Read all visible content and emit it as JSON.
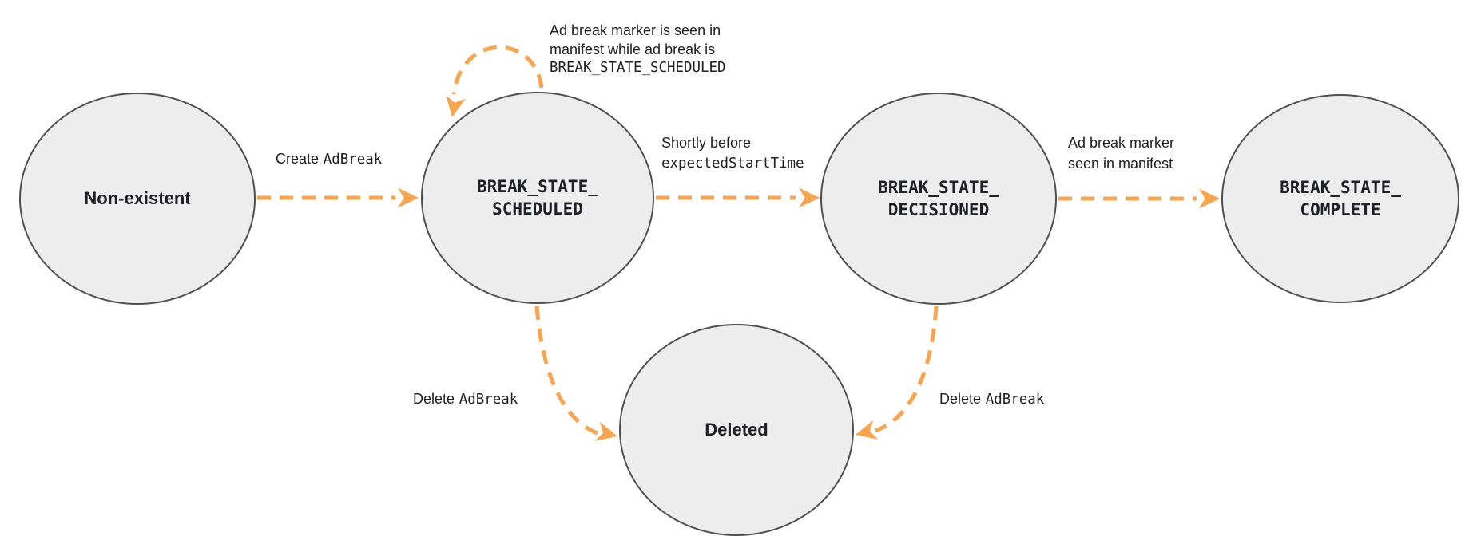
{
  "colors": {
    "arrow": "#F9A44E",
    "state_fill": "#EDEDED",
    "state_border": "#505050",
    "text": "#202124"
  },
  "states": {
    "non_existent": {
      "label": "Non-existent"
    },
    "scheduled": {
      "line1": "BREAK_STATE_",
      "line2": "SCHEDULED"
    },
    "decisioned": {
      "line1": "BREAK_STATE_",
      "line2": "DECISIONED"
    },
    "complete": {
      "line1": "BREAK_STATE_",
      "line2": "COMPLETE"
    },
    "deleted": {
      "label": "Deleted"
    }
  },
  "transitions": {
    "create": {
      "text": "Create",
      "code": "AdBreak"
    },
    "self_loop": {
      "line1": "Ad break marker is seen in",
      "line2": "manifest while ad break is",
      "code": "BREAK_STATE_SCHEDULED"
    },
    "shortly": {
      "text": "Shortly before",
      "code": "expectedStartTime"
    },
    "marker_seen": {
      "line1": "Ad break marker",
      "line2": "seen in manifest"
    },
    "delete_from_scheduled": {
      "text": "Delete",
      "code": "AdBreak"
    },
    "delete_from_decisioned": {
      "text": "Delete",
      "code": "AdBreak"
    }
  }
}
